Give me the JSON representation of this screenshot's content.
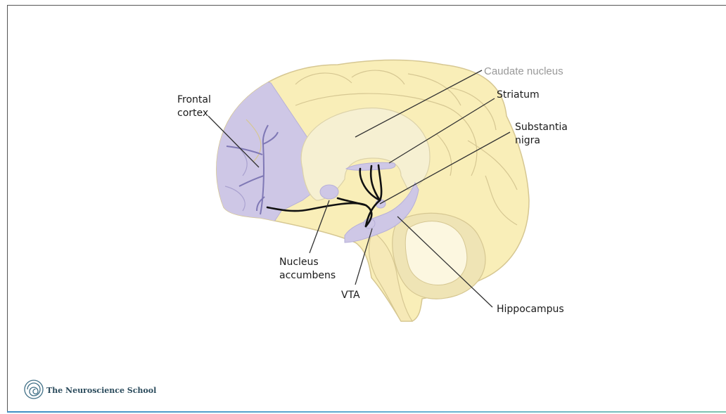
{
  "labels": {
    "frontal_cortex": [
      "Frontal",
      "cortex"
    ],
    "caudate_nucleus": "Caudate nucleus",
    "striatum": "Striatum",
    "substantia_nigra": [
      "Substantia",
      "nigra"
    ],
    "nucleus_accumbens": [
      "Nucleus",
      "accumbens"
    ],
    "vta": "VTA",
    "hippocampus": "Hippocampus"
  },
  "logo": {
    "name": "The Neuroscience School"
  },
  "colors": {
    "brain": "#f9eeb8",
    "brain_stroke": "#d6c792",
    "pathway_region": "#cec7e6",
    "pathway_dark": "#7f78b5",
    "caudate": "#f6f0d2",
    "leader_line": "#333333",
    "dopamine_tract": "#111111",
    "cerebellum": "#efe4b5"
  }
}
